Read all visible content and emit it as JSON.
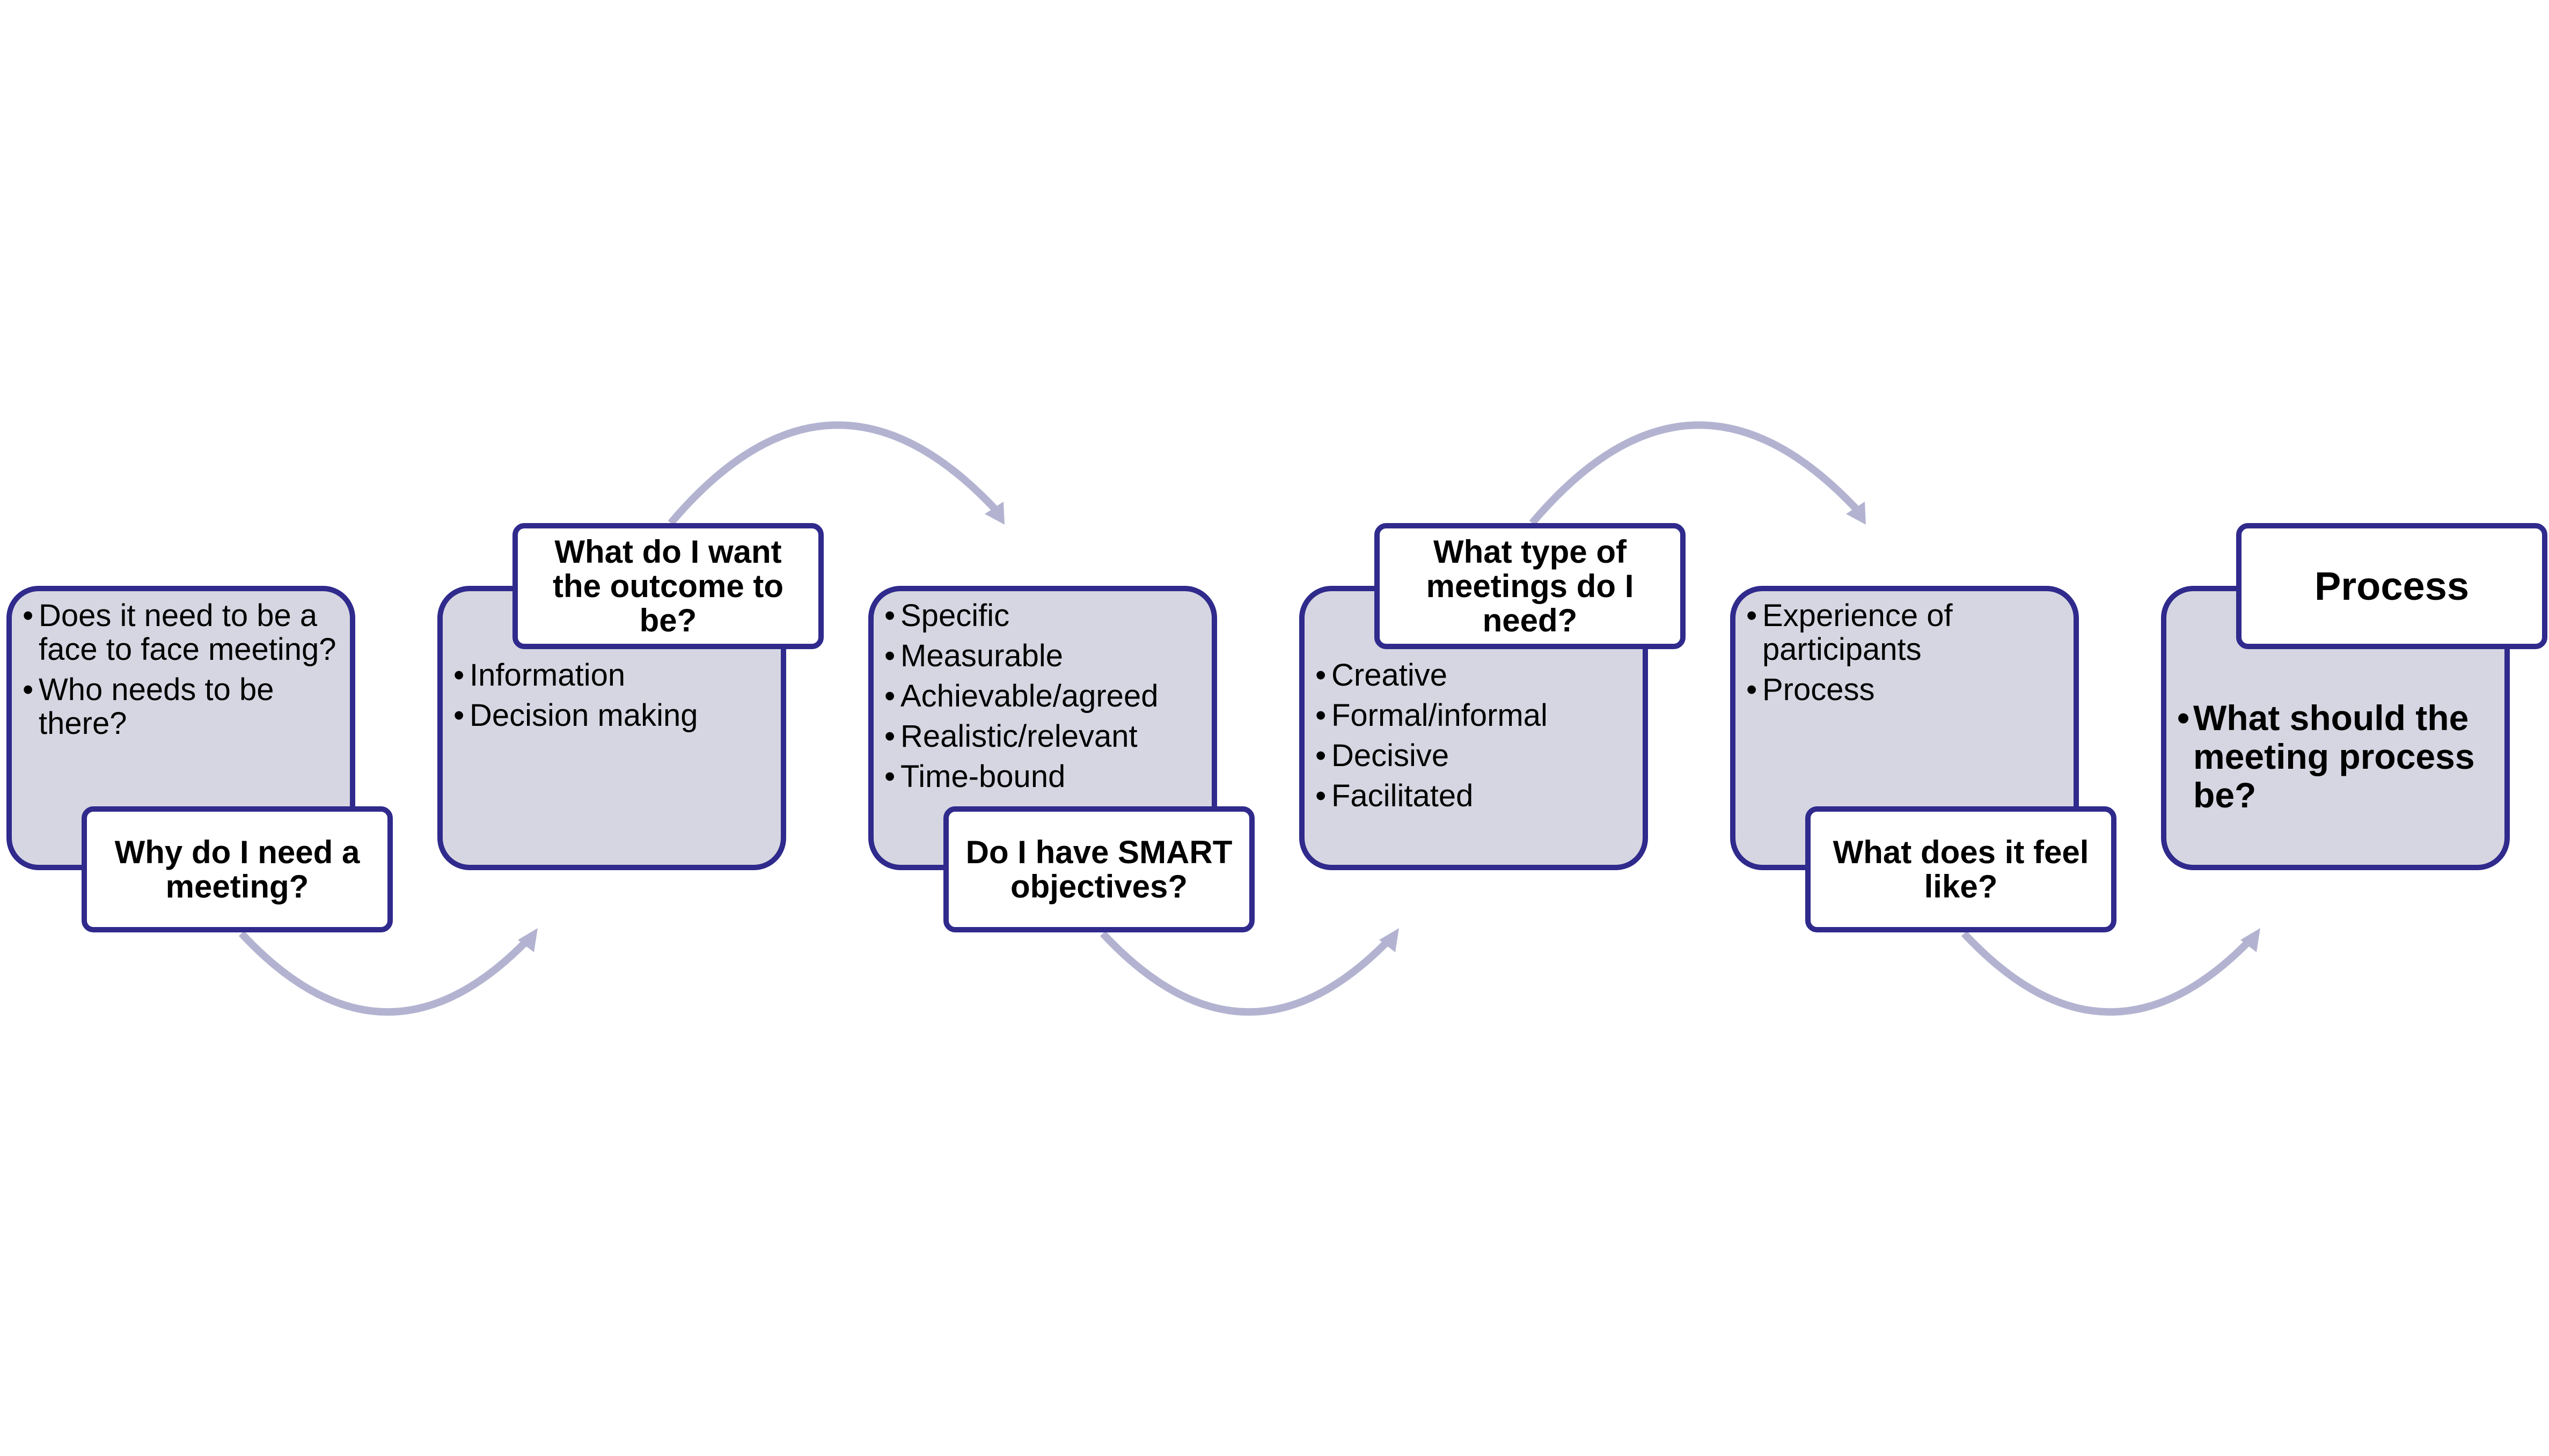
{
  "colors": {
    "box_fill": "#d6d6e2",
    "box_border": "#2f2a8c",
    "label_fill": "#ffffff",
    "arrow": "#b3b3d1"
  },
  "steps": [
    {
      "label": "Why do I need a meeting?",
      "bullets": [
        "Does it need to be a face to face meeting?",
        "Who needs to be there?"
      ]
    },
    {
      "label": "What do I want the outcome to be?",
      "bullets": [
        "Information",
        "Decision making"
      ]
    },
    {
      "label": "Do I have SMART objectives?",
      "bullets": [
        "Specific",
        "Measurable",
        "Achievable/agreed",
        "Realistic/relevant",
        "Time-bound"
      ]
    },
    {
      "label": "What type of meetings do I need?",
      "bullets": [
        "Creative",
        "Formal/informal",
        "Decisive",
        "Facilitated"
      ]
    },
    {
      "label": "What does it feel like?",
      "bullets": [
        "Experience of participants",
        "Process"
      ]
    },
    {
      "label": "Process",
      "bullets": [
        "What should the meeting process be?"
      ]
    }
  ]
}
